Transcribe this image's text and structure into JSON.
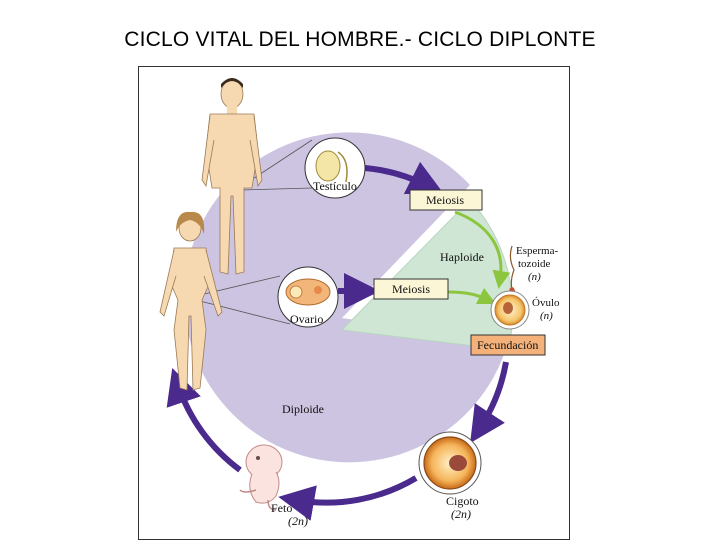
{
  "title": "CICLO VITAL DEL HOMBRE.- CICLO DIPLONTE",
  "colors": {
    "diploid_region": "#cdc4e2",
    "haploid_region": "#cfe6d4",
    "cycle_arrow": "#4a2a8c",
    "meiosis_box": "#fbf6d6",
    "fecundation_box": "#f4b27a",
    "green_arrow": "#8cc63f",
    "skin": "#f6d9b0"
  },
  "labels": {
    "testiculo": "Testículo",
    "ovario": "Ovario",
    "meiosis_top": "Meiosis",
    "meiosis_mid": "Meiosis",
    "haploide": "Haploide",
    "espermatozoide_1": "Esperma-",
    "espermatozoide_2": "tozoide",
    "espermatozoide_n": "(n)",
    "ovulo": "Óvulo",
    "ovulo_n": "(n)",
    "fecundacion": "Fecundación",
    "diploide": "Diploide",
    "cigoto": "Cigoto",
    "cigoto_2n": "(2n)",
    "feto": "Feto",
    "feto_2n": "(2n)"
  },
  "icons": [
    "male-figure",
    "female-figure",
    "testis-icon",
    "ovary-icon",
    "sperm-icon",
    "ovum-icon",
    "zygote-icon",
    "fetus-icon"
  ]
}
